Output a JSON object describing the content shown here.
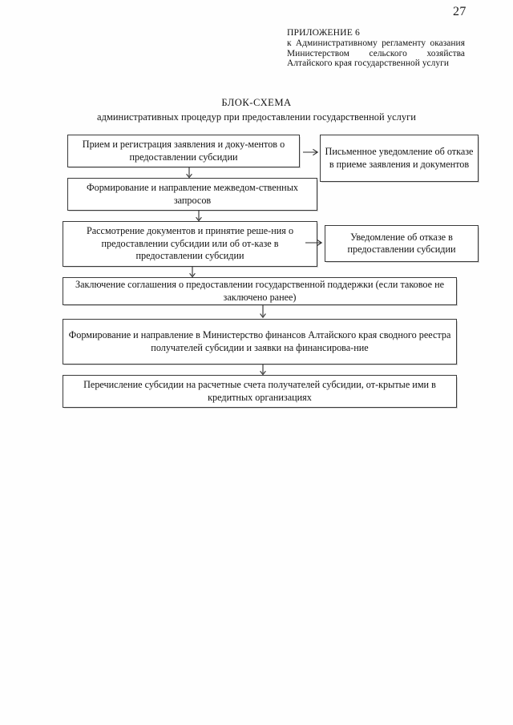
{
  "document": {
    "page_number": "27",
    "appendix": {
      "title": "ПРИЛОЖЕНИЕ 6",
      "body": "к Административному регламенту оказания Министерством сельского хозяйства Алтайского края государственной услуги"
    },
    "scheme": {
      "title": "БЛОК-СХЕМА",
      "subtitle": "административных процедур  при предоставлении государственной услуги"
    }
  },
  "flow": {
    "boxes": [
      {
        "id": "accept",
        "text": "Прием и регистрация заявления и доку-ментов о предоставлении субсидии"
      },
      {
        "id": "interdept",
        "text": "Формирование и направление межведом-ственных запросов"
      },
      {
        "id": "review",
        "text": "Рассмотрение документов и принятие реше-ния  о предоставлении субсидии или об от-казе в предоставлении субсидии"
      },
      {
        "id": "agreement",
        "text": "Заключение соглашения о предоставлении государственной поддержки (если таковое не заключено ранее)"
      },
      {
        "id": "registry",
        "text": "Формирование и направление в Министерство финансов Алтайского края сводного реестра получателей субсидии и заявки на финансирова-ние"
      },
      {
        "id": "transfer",
        "text": "Перечисление субсидии на расчетные счета получателей субсидии, от-крытые ими в кредитных организациях"
      },
      {
        "id": "refuse_accept",
        "text": "Письменное уведомление об отказе в приеме заявления и документов"
      },
      {
        "id": "refuse_subsidy",
        "text": "Уведомление об отказе в предоставлении субсидии"
      }
    ]
  }
}
